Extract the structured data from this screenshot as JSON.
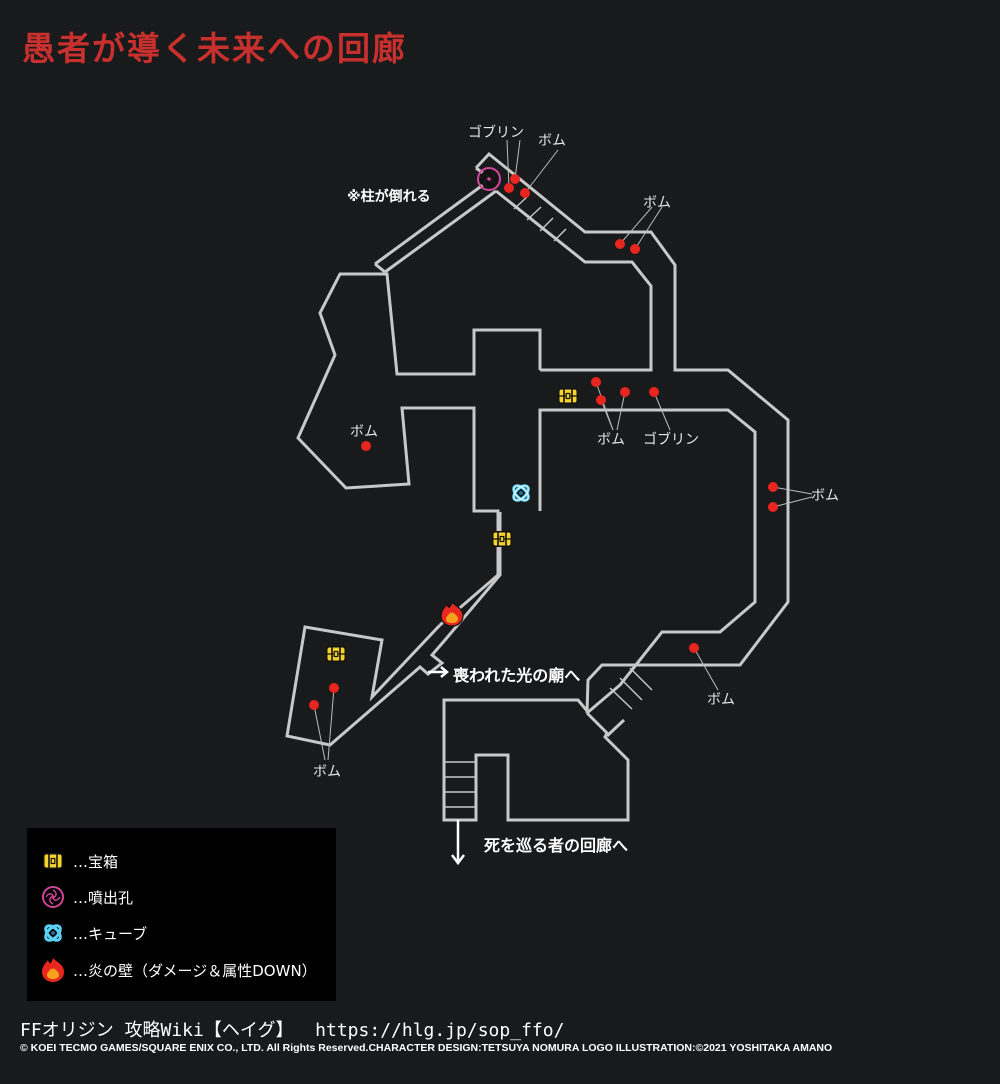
{
  "title": "愚者が導く未来への回廊",
  "colors": {
    "background": "#181a1c",
    "title": "#c8302e",
    "wall": "#c8c8c8",
    "enemy": "#e8251f",
    "chest": "#f5d22c",
    "vent": "#d0459a",
    "cube": "#5ad0f5",
    "fire": "#e83a1e"
  },
  "map": {
    "note_pillar": "※柱が倒れる",
    "exits": {
      "lost_light_temple": "喪われた光の廟へ",
      "death_circling_corridor": "死を巡る者の回廊へ"
    },
    "enemy_labels": [
      {
        "id": "goblin-top",
        "text": "ゴブリン"
      },
      {
        "id": "bomb-top",
        "text": "ボム"
      },
      {
        "id": "bomb-upper-right",
        "text": "ボム"
      },
      {
        "id": "bomb-left-room",
        "text": "ボム"
      },
      {
        "id": "bomb-center",
        "text": "ボム"
      },
      {
        "id": "goblin-center",
        "text": "ゴブリン"
      },
      {
        "id": "bomb-right",
        "text": "ボム"
      },
      {
        "id": "bomb-lower-right",
        "text": "ボム"
      },
      {
        "id": "bomb-lower-left",
        "text": "ボム"
      }
    ]
  },
  "legend": {
    "items": [
      {
        "icon": "treasure-chest-icon",
        "label": "…宝箱"
      },
      {
        "icon": "vent-icon",
        "label": "…噴出孔"
      },
      {
        "icon": "cube-icon",
        "label": "…キューブ"
      },
      {
        "icon": "fire-wall-icon",
        "label": "…炎の壁（ダメージ＆属性DOWN）"
      }
    ]
  },
  "footer": {
    "site": "FFオリジン 攻略Wiki【ヘイグ】  https://hlg.jp/sop_ffo/",
    "copyright": "© KOEI TECMO GAMES/SQUARE ENIX CO., LTD. All Rights Reserved.CHARACTER DESIGN:TETSUYA NOMURA LOGO ILLUSTRATION:©2021 YOSHITAKA AMANO"
  }
}
